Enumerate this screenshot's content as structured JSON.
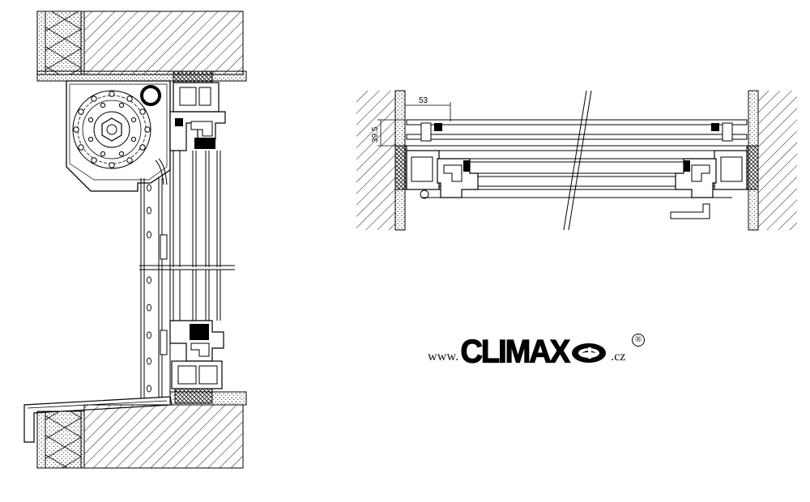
{
  "dimensions": {
    "width_label": "53",
    "height_label": "39.5"
  },
  "brand": {
    "prefix": "www.",
    "name": "CLIMAX",
    "suffix": ".cz",
    "registered": "®"
  },
  "icons": {
    "logo_emblem": "climax-oval-emblem-icon"
  },
  "colors": {
    "line": "#000000",
    "background": "#ffffff"
  }
}
